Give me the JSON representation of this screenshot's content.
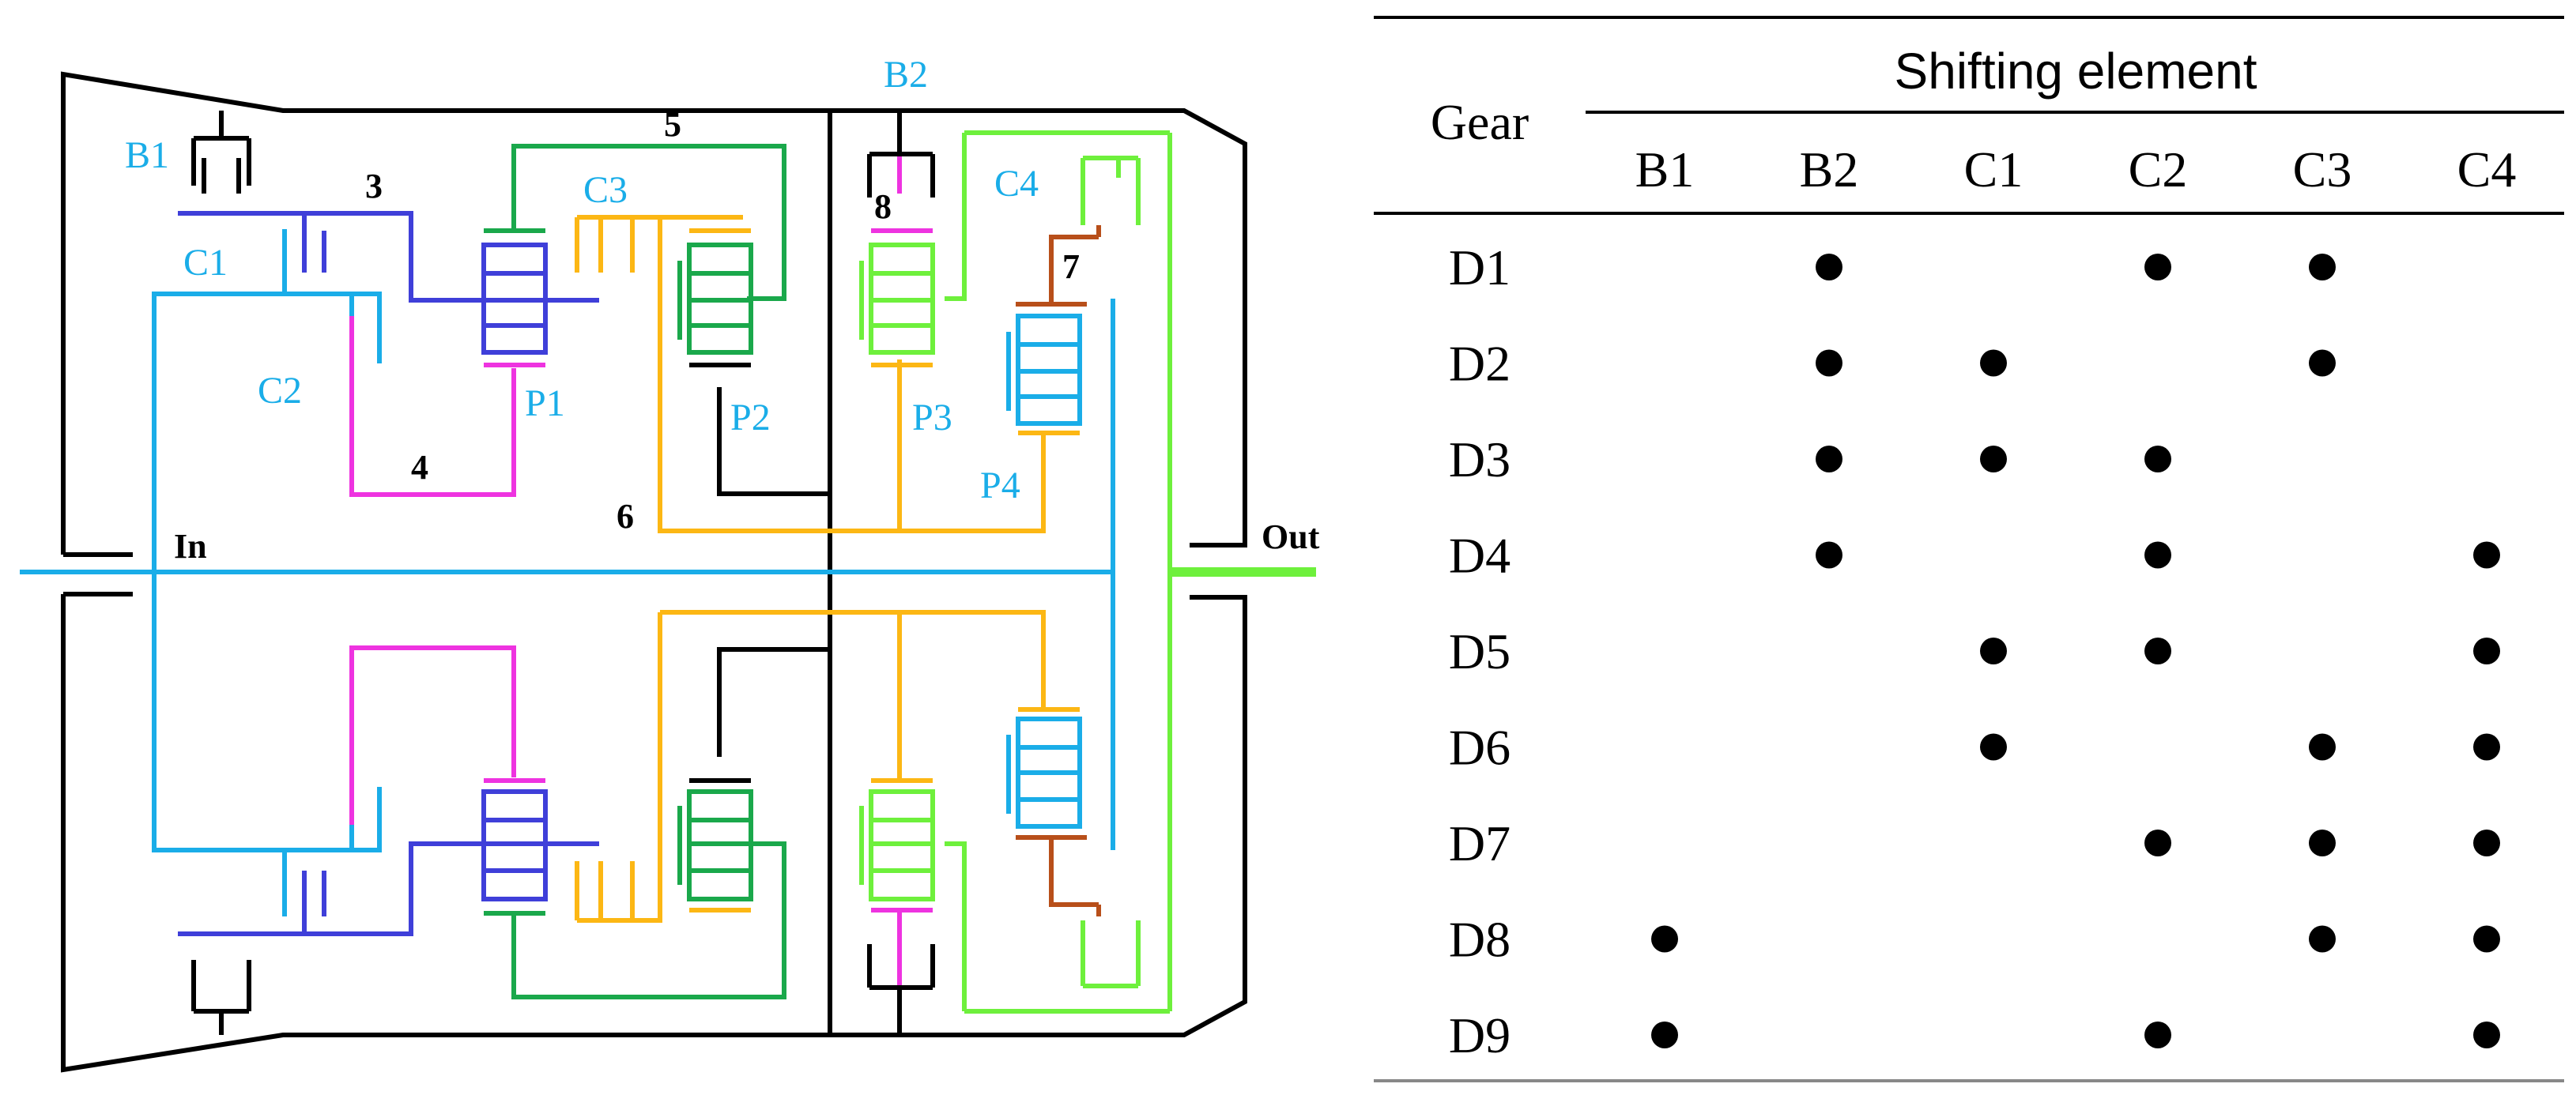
{
  "diagram": {
    "colors": {
      "housing": "#000000",
      "input_shaft": "#1aade8",
      "blue": "#3f3fd9",
      "magenta": "#ee33e0",
      "green": "#1aa84b",
      "orange": "#fcb714",
      "light_green": "#6ef03c",
      "brown": "#b84f1a",
      "black": "#000000"
    },
    "shaft_labels": {
      "input": "In",
      "output": "Out"
    },
    "element_labels": {
      "b1": "B1",
      "b2": "B2",
      "c1": "C1",
      "c2": "C2",
      "c3": "C3",
      "c4": "C4",
      "p1": "P1",
      "p2": "P2",
      "p3": "P3",
      "p4": "P4"
    },
    "node_numbers": {
      "n3": "3",
      "n4": "4",
      "n5": "5",
      "n6": "6",
      "n7": "7",
      "n8": "8"
    }
  },
  "table": {
    "row_header": "Gear",
    "group_header": "Shifting element",
    "columns": [
      "B1",
      "B2",
      "C1",
      "C2",
      "C3",
      "C4"
    ],
    "rows": [
      {
        "gear": "D1",
        "engaged": [
          false,
          true,
          false,
          true,
          true,
          false
        ]
      },
      {
        "gear": "D2",
        "engaged": [
          false,
          true,
          true,
          false,
          true,
          false
        ]
      },
      {
        "gear": "D3",
        "engaged": [
          false,
          true,
          true,
          true,
          false,
          false
        ]
      },
      {
        "gear": "D4",
        "engaged": [
          false,
          true,
          false,
          true,
          false,
          true
        ]
      },
      {
        "gear": "D5",
        "engaged": [
          false,
          false,
          true,
          true,
          false,
          true
        ]
      },
      {
        "gear": "D6",
        "engaged": [
          false,
          false,
          true,
          false,
          true,
          true
        ]
      },
      {
        "gear": "D7",
        "engaged": [
          false,
          false,
          false,
          true,
          true,
          true
        ]
      },
      {
        "gear": "D8",
        "engaged": [
          true,
          false,
          false,
          false,
          true,
          true
        ]
      },
      {
        "gear": "D9",
        "engaged": [
          true,
          false,
          false,
          true,
          false,
          true
        ]
      }
    ],
    "marker": "●"
  }
}
